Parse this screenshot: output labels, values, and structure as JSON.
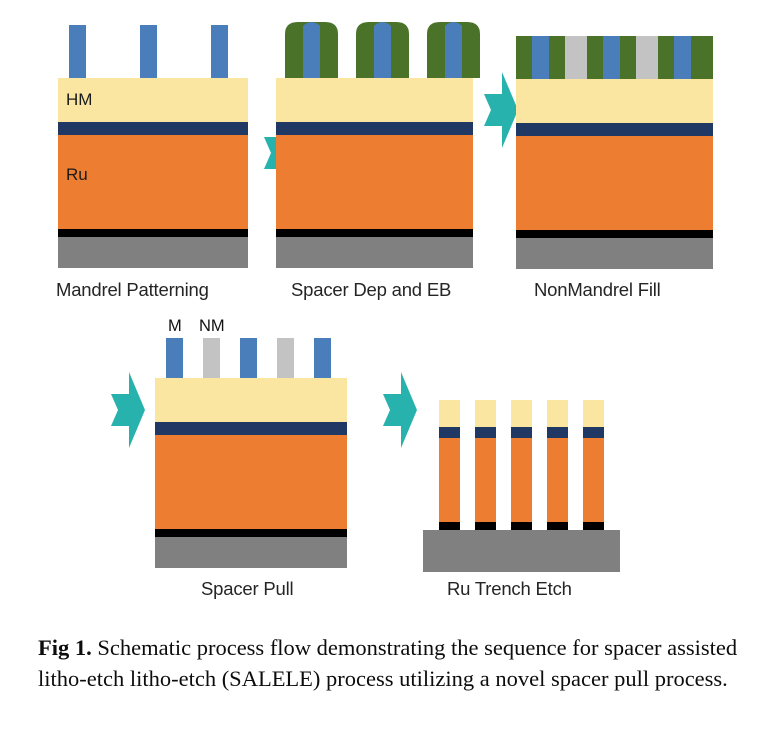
{
  "figure": {
    "caption_label": "Fig 1.",
    "caption_text": " Schematic process flow demonstrating the sequence for spacer assisted litho-etch litho-etch (SALELE) process utilizing a novel spacer pull process."
  },
  "colors": {
    "mandrel_blue": "#4a7ebb",
    "spacer_green": "#4b7229",
    "nonmandrel_gray": "#c3c3c3",
    "hardmask_yellow": "#fae6a0",
    "navy_liner": "#1f3864",
    "ru_orange": "#ed7d31",
    "black_liner": "#000000",
    "substrate_gray": "#808080",
    "arrow_teal": "#28b2ad",
    "text_dark": "#252525"
  },
  "panels": [
    {
      "id": "mandrel-patterning",
      "caption": "Mandrel Patterning",
      "inner_labels": [
        {
          "text": "HM",
          "layer": "hardmask"
        },
        {
          "text": "Ru",
          "layer": "ruthenium"
        }
      ],
      "features": "Three blue mandrel lines on hard mask stack",
      "mandrel_count": 3
    },
    {
      "id": "spacer-dep-eb",
      "caption": "Spacer Dep and EB",
      "inner_labels": [],
      "features": "Green spacer conformal over three blue mandrels",
      "mandrel_count": 3
    },
    {
      "id": "nonmandrel-fill",
      "caption": "NonMandrel Fill",
      "inner_labels": [],
      "features": "Gray non-mandrel fill between green-blue-green groups",
      "mandrel_count": 3,
      "fill_count": 2
    },
    {
      "id": "spacer-pull",
      "caption": "Spacer Pull",
      "inner_labels": [
        {
          "text": "M",
          "meaning": "mandrel"
        },
        {
          "text": "NM",
          "meaning": "non-mandrel"
        }
      ],
      "features": "Five alternating mandrel / non-mandrel lines after spacer removal",
      "line_count": 5
    },
    {
      "id": "ru-trench-etch",
      "caption": "Ru Trench Etch",
      "inner_labels": [],
      "features": "Five etched ruthenium fins on substrate",
      "fin_count": 5
    }
  ],
  "arrows": [
    {
      "id": "arrow-1",
      "direction": "right",
      "from": "mandrel-patterning",
      "to": "spacer-dep-eb"
    },
    {
      "id": "arrow-2",
      "direction": "right",
      "from": "spacer-dep-eb",
      "to": "nonmandrel-fill"
    },
    {
      "id": "arrow-3",
      "direction": "right",
      "from": "nonmandrel-fill",
      "to": "spacer-pull"
    },
    {
      "id": "arrow-4",
      "direction": "right",
      "from": "spacer-pull",
      "to": "ru-trench-etch"
    }
  ]
}
